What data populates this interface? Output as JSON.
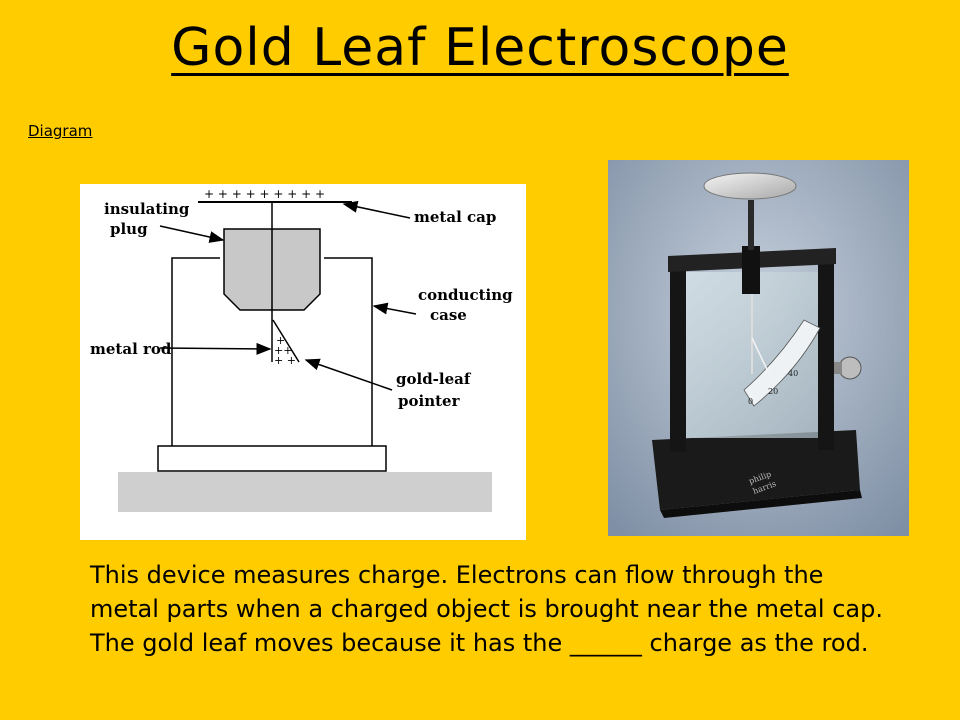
{
  "slide": {
    "title": "Gold Leaf Electroscope",
    "subtitle": "Diagram",
    "body": "This device measures charge.  Electrons can flow through the metal parts when a charged object is brought near the metal cap.  The gold leaf moves because it has the ______ charge as the rod."
  },
  "diagram": {
    "charges_top": "+ + + + + + + + +",
    "labels": {
      "insulating_plug_1": "insulating",
      "insulating_plug_2": "plug",
      "metal_cap": "metal cap",
      "conducting_case_1": "conducting",
      "conducting_case_2": "case",
      "metal_rod": "metal rod",
      "gold_leaf_1": "gold-leaf",
      "gold_leaf_2": "pointer"
    },
    "leaf_charges": [
      "+",
      "++",
      "+ +"
    ]
  },
  "photo": {
    "scale_labels": [
      "0",
      "20",
      "40"
    ],
    "brand_1": "philip",
    "brand_2": "harris"
  }
}
